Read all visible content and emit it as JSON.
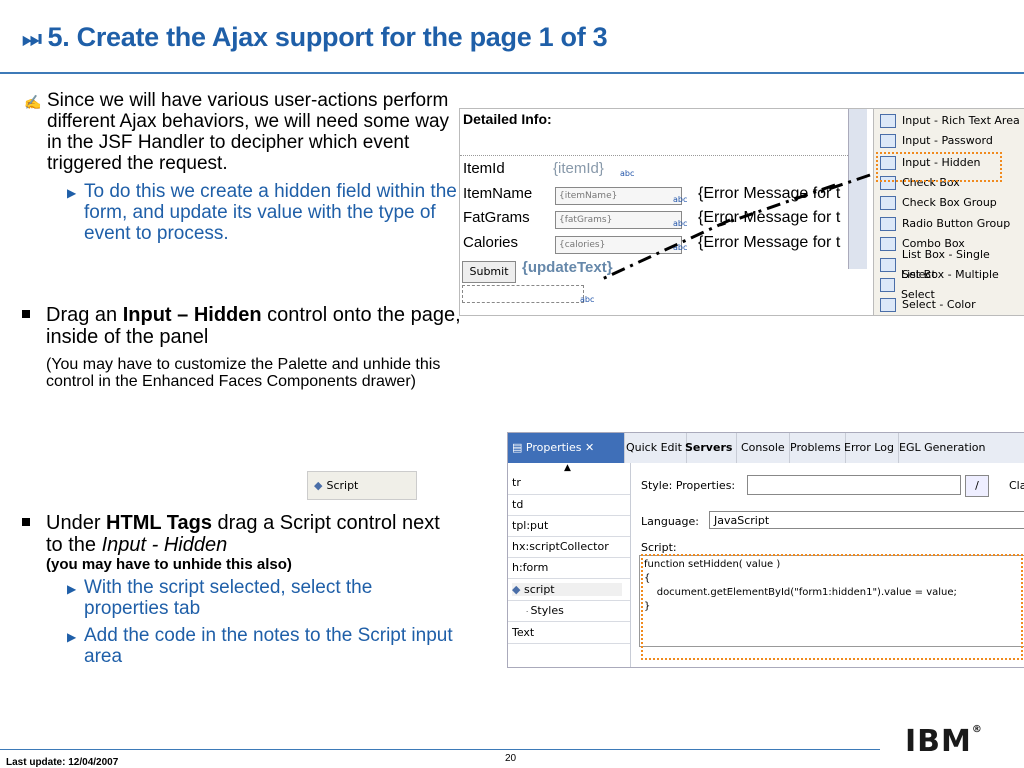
{
  "title": {
    "glyph": "⏭",
    "text": "5. Create the Ajax support for the page 1 of 3"
  },
  "bullets": {
    "intro_icon": "✍",
    "intro": "Since we will have various user-actions perform different Ajax behaviors, we will need some way in the JSF Handler to decipher which event triggered the request.",
    "intro_sub": "To do this we create a hidden field within the form, and update its value with the type of event to process.",
    "drag_prefix": "Drag an ",
    "drag_bold": "Input – Hidden",
    "drag_suffix": " control onto the page, inside of the panel",
    "drag_note": "(You may have to customize the Palette and unhide this control in the Enhanced  Faces Components drawer)",
    "under_prefix": "Under ",
    "under_bold": "HTML Tags",
    "under_mid": " drag a Script control next to the ",
    "under_italic": "Input - Hidden",
    "under_note": "(you may have to unhide this also)",
    "under_sub1": "With the script selected, select the properties tab",
    "under_sub2": "Add the code in the notes to the Script input area"
  },
  "form_shot": {
    "heading": "Detailed Info:",
    "rows": [
      {
        "label": "ItemId",
        "field": "{itemId}"
      },
      {
        "label": "ItemName",
        "field": "{itemName}",
        "error": "{Error Message for t"
      },
      {
        "label": "FatGrams",
        "field": "{fatGrams}",
        "error": "{Error Message for t"
      },
      {
        "label": "Calories",
        "field": "{calories}",
        "error": "{Error Message for t"
      }
    ],
    "submit": "Submit",
    "update_text": "{updateText}",
    "abc": "abc",
    "palette": [
      {
        "label": "Input - Rich Text Area",
        "icon": "rich-text-icon"
      },
      {
        "label": "Input - Password",
        "icon": "password-icon"
      },
      {
        "label": "Input - Hidden",
        "icon": "hidden-input-icon"
      },
      {
        "label": "Check Box",
        "icon": "checkbox-icon"
      },
      {
        "label": "Check Box Group",
        "icon": "checkbox-group-icon"
      },
      {
        "label": "Radio Button Group",
        "icon": "radio-group-icon"
      },
      {
        "label": "Combo Box",
        "icon": "combo-box-icon"
      },
      {
        "label": "List Box - Single Select",
        "icon": "list-single-icon"
      },
      {
        "label": "List Box - Multiple Select",
        "icon": "list-multi-icon"
      },
      {
        "label": "Select - Color",
        "icon": "color-icon"
      }
    ]
  },
  "script_button": {
    "label": "Script",
    "icon": "script-icon"
  },
  "props_shot": {
    "tabs": [
      "Properties",
      "Quick Edit",
      "Servers",
      "Console",
      "Problems",
      "Error Log",
      "EGL Generation Results"
    ],
    "close": "✕",
    "tree": [
      "tr",
      "td",
      "tpl:put",
      "hx:scriptCollector",
      "h:form",
      "script",
      "Styles",
      "Text"
    ],
    "style_label": "Style:  Properties:",
    "style_button": "/",
    "cla": "Cla",
    "language_label": "Language:",
    "language_value": "JavaScript",
    "script_label": "Script:",
    "code": [
      "function setHidden( value )",
      "{",
      "    document.getElementById(\"form1:hidden1\").value = value;",
      "}"
    ]
  },
  "footer": {
    "last_update": "Last update: 12/04/2007",
    "page": "20",
    "logo": "IBM",
    "reg": "®"
  }
}
